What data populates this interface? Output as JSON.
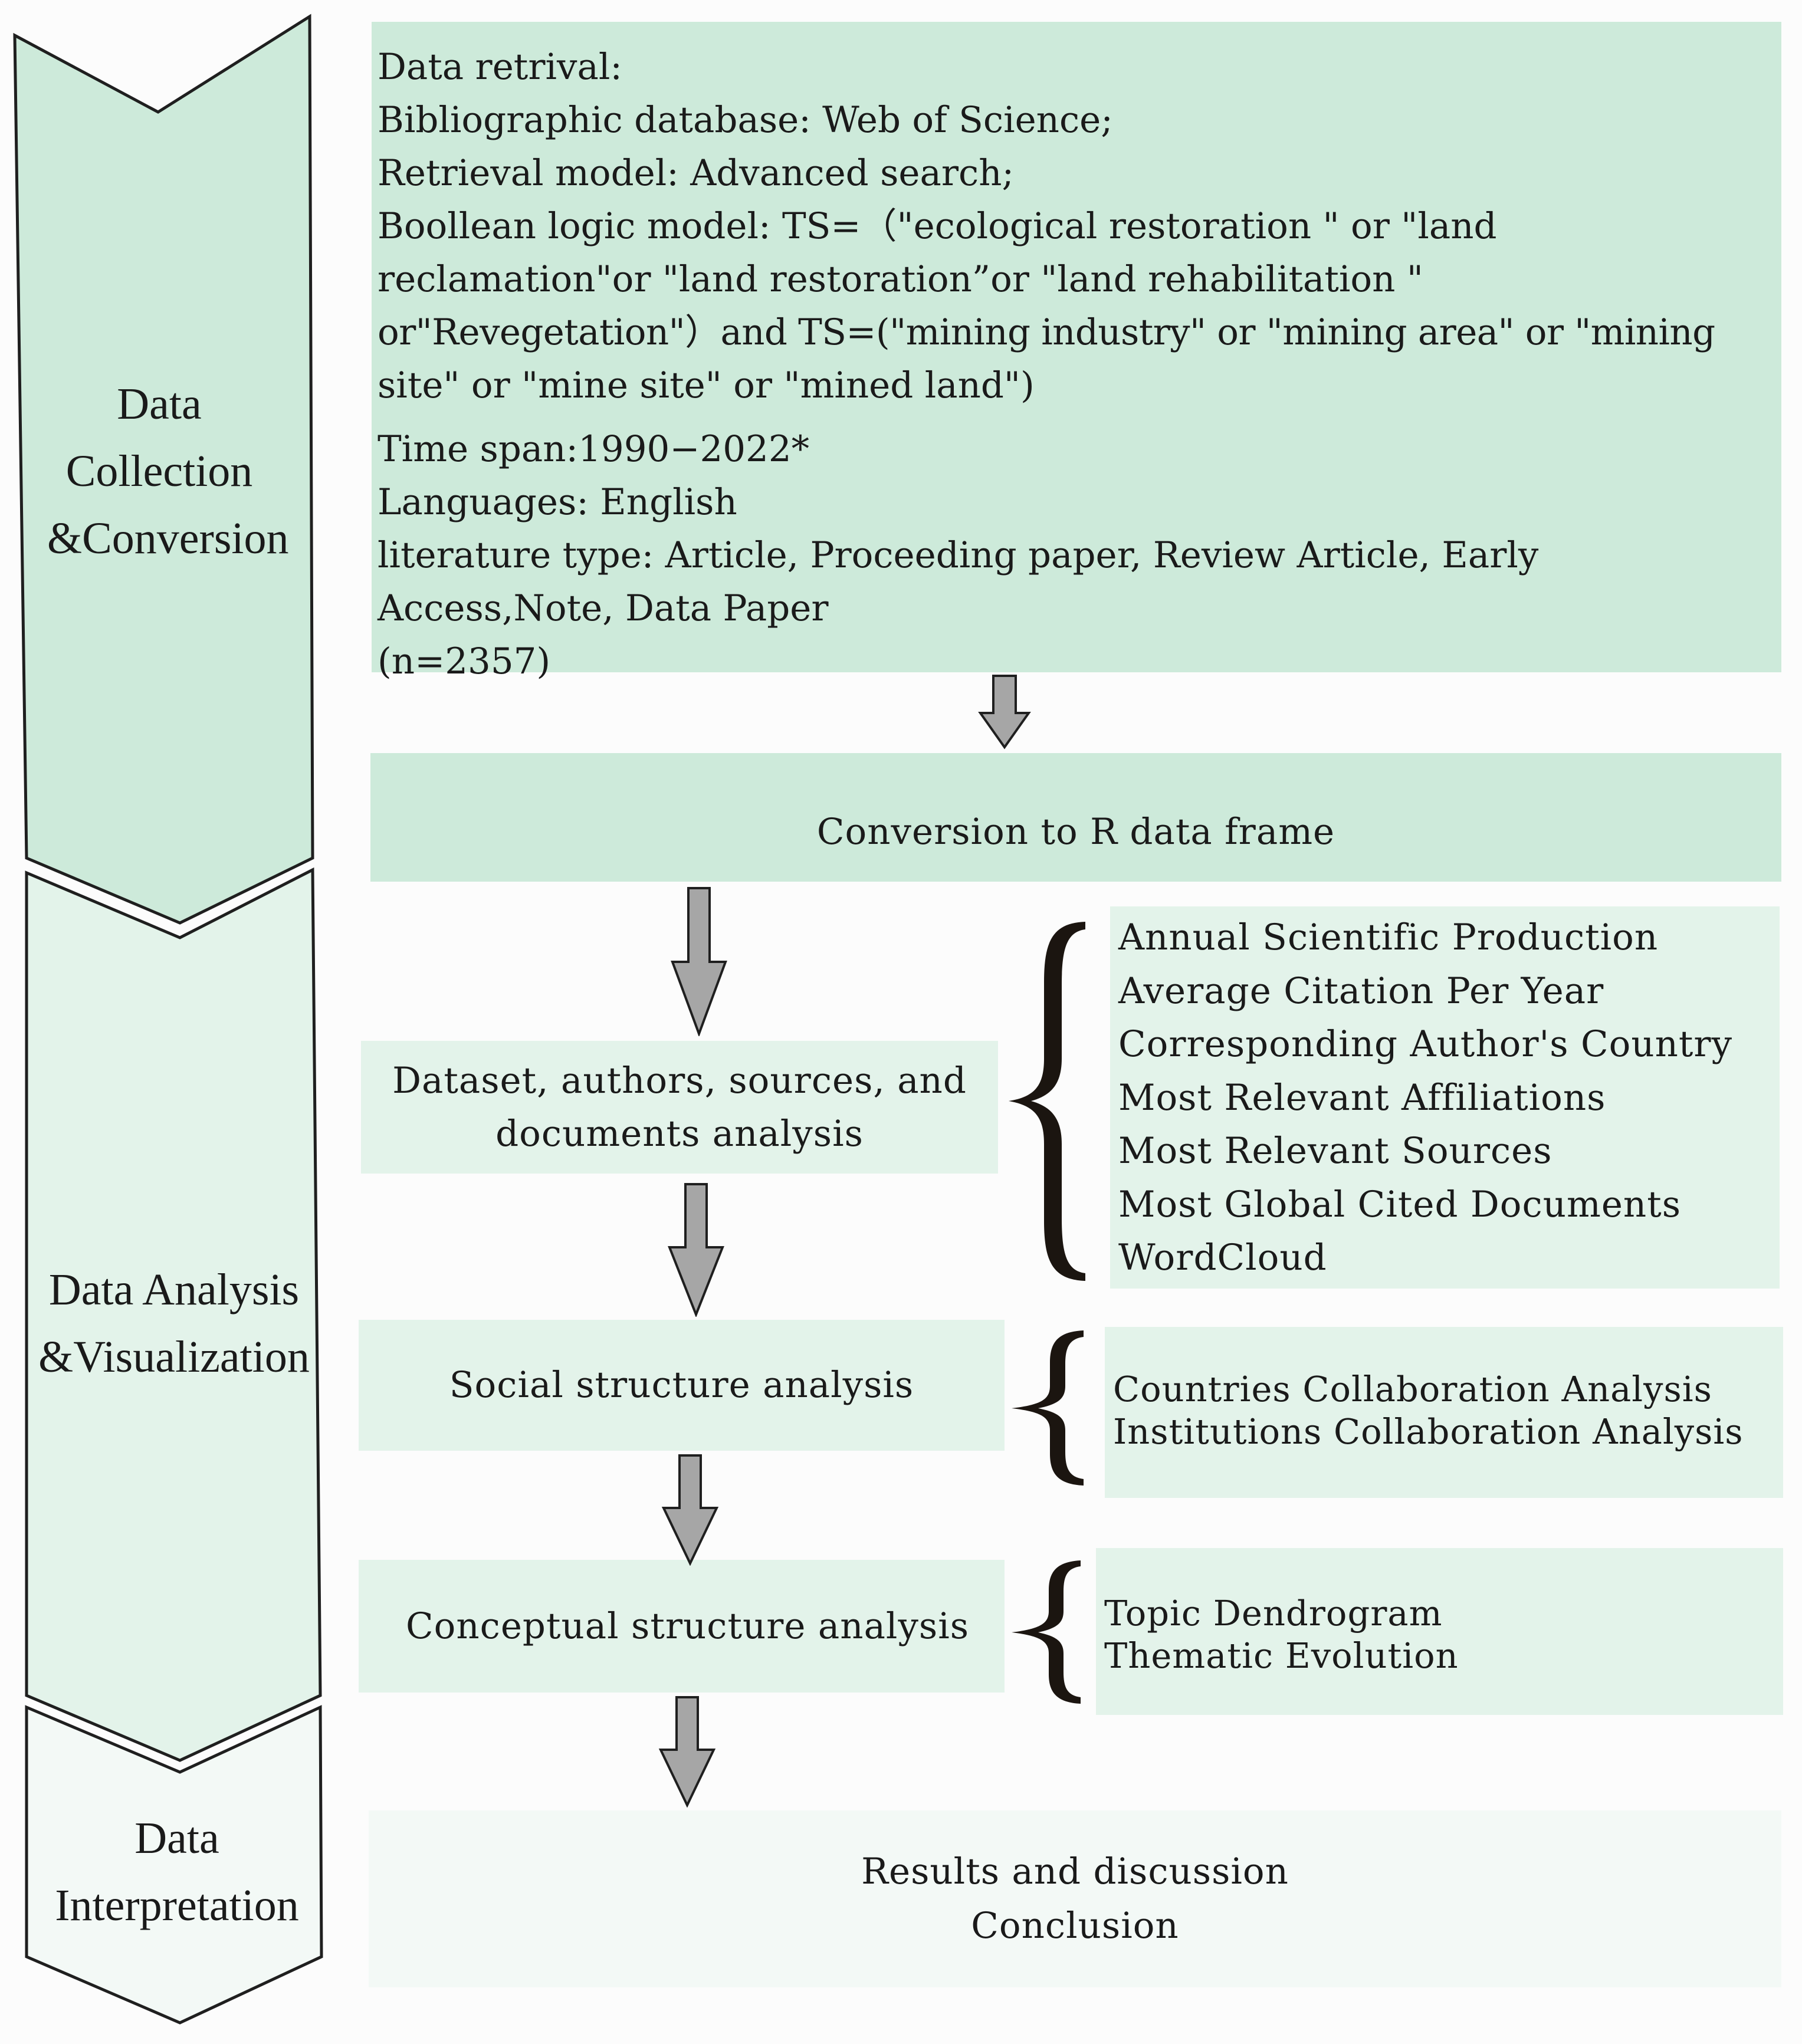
{
  "stages": [
    {
      "label_line1": "Data",
      "label_line2": "Collection",
      "label_line3": "&Conversion"
    },
    {
      "label_line1": "Data Analysis",
      "label_line2": "&Visualization"
    },
    {
      "label_line1": "Data",
      "label_line2": "Interpretation"
    }
  ],
  "retrieval_block": {
    "lines": [
      "Data retrival:",
      "Bibliographic database: Web of Science;",
      "Retrieval model: Advanced search;",
      "Boollean logic model: TS=（\"ecological restoration \" or \"land",
      "reclamation\"or \"land restoration”or \"land rehabilitation \"",
      "or\"Revegetation\"）and TS=(\"mining industry\" or \"mining area\" or \"mining",
      "site\" or \"mine site\" or \"mined land\")",
      "Time span:1990−2022*",
      "Languages: English",
      "literature type: Article, Proceeding paper, Review Article, Early",
      "Access,Note, Data Paper",
      "(n=2357)"
    ]
  },
  "conversion_box": {
    "label": "Conversion to R data frame"
  },
  "dataset_box": {
    "line1": "Dataset, authors, sources, and",
    "line2": "documents analysis"
  },
  "dataset_list": [
    "Annual Scientific Production",
    "Average Citation Per Year",
    "Corresponding Author's Country",
    "Most Relevant Affiliations",
    "Most Relevant Sources",
    "Most Global Cited Documents",
    "WordCloud"
  ],
  "social_box": {
    "label": "Social structure analysis"
  },
  "social_list": [
    "Countries Collaboration Analysis",
    "Institutions Collaboration Analysis"
  ],
  "conceptual_box": {
    "label": "Conceptual structure analysis"
  },
  "conceptual_list": [
    "Topic Dendrogram",
    "Thematic Evolution"
  ],
  "results_box": {
    "line1": "Results and discussion",
    "line2": "Conclusion"
  },
  "colors": {
    "stage1": "#cdeada",
    "stage2": "#e3f3ea",
    "stage3": "#f3f9f6",
    "arrow_fill": "#a6a6a6",
    "outline": "#1f1f1f"
  }
}
